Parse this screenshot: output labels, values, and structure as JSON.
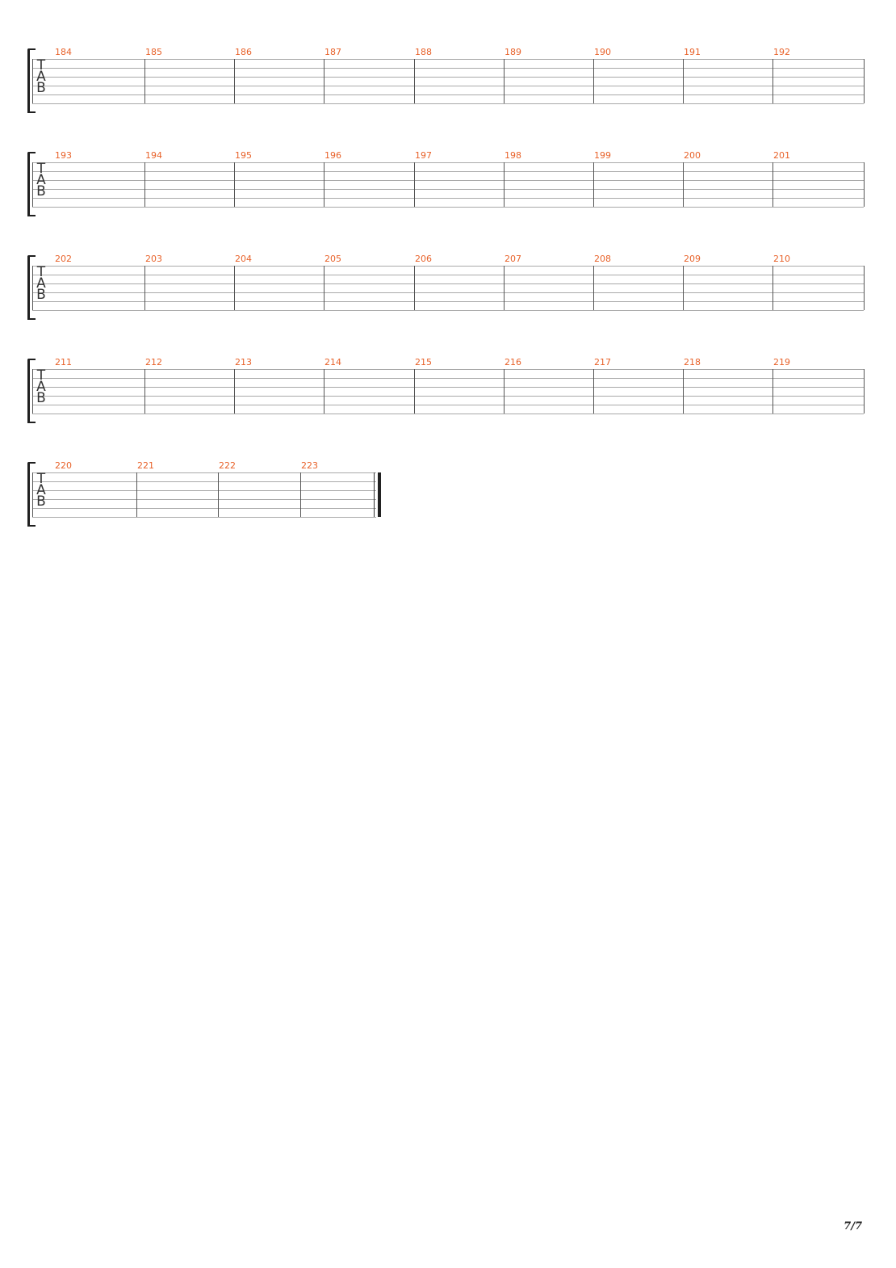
{
  "clef": [
    "T",
    "A",
    "B"
  ],
  "systems": [
    {
      "measures": [
        "184",
        "185",
        "186",
        "187",
        "188",
        "189",
        "190",
        "191",
        "192"
      ],
      "final": false
    },
    {
      "measures": [
        "193",
        "194",
        "195",
        "196",
        "197",
        "198",
        "199",
        "200",
        "201"
      ],
      "final": false
    },
    {
      "measures": [
        "202",
        "203",
        "204",
        "205",
        "206",
        "207",
        "208",
        "209",
        "210"
      ],
      "final": false
    },
    {
      "measures": [
        "211",
        "212",
        "213",
        "214",
        "215",
        "216",
        "217",
        "218",
        "219"
      ],
      "final": false
    },
    {
      "measures": [
        "220",
        "221",
        "222",
        "223"
      ],
      "final": true
    }
  ],
  "page_number": "7/7",
  "colors": {
    "measure_number": "#e8622a",
    "staff_line": "#a9a9a9",
    "bracket": "#1f1f1f"
  }
}
